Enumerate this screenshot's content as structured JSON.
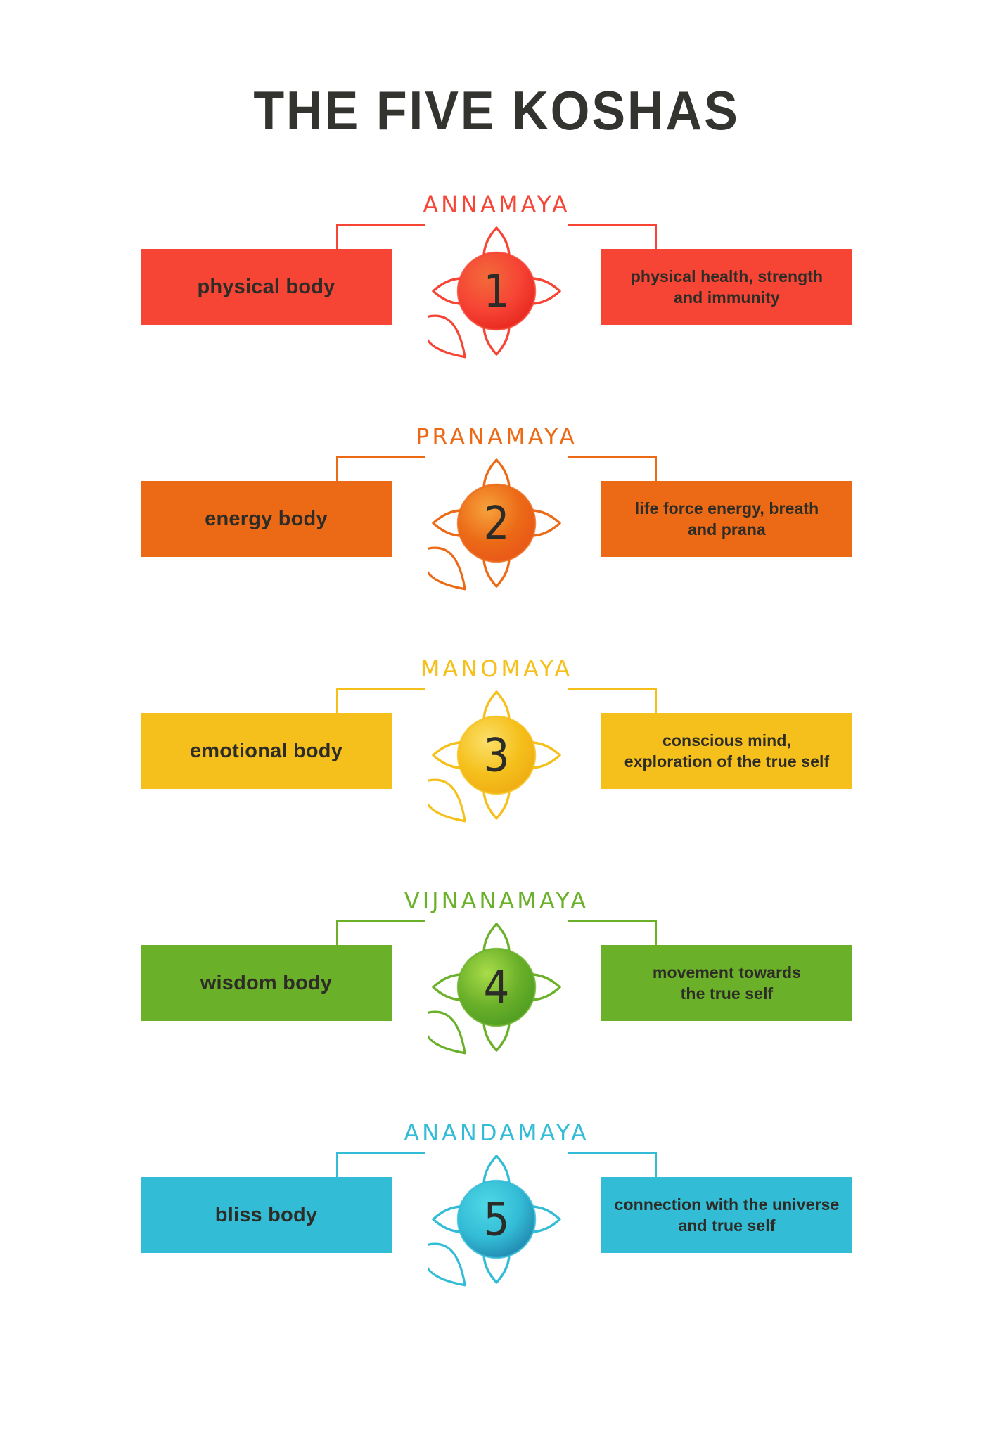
{
  "page": {
    "title": "THE FIVE KOSHAS",
    "background_color": "#FFFFFF",
    "text_color": "#333330"
  },
  "koshas": [
    {
      "number": "1",
      "sanskrit": "ANNAMAYA",
      "body_label": "physical body",
      "description": "physical health, strength and immunity",
      "description_line1": "physical health, strength",
      "description_line2": "and immunity",
      "color": "#F64435",
      "gradient_from": "#F26B3A",
      "gradient_to": "#E5231C"
    },
    {
      "number": "2",
      "sanskrit": "PRANAMAYA",
      "body_label": "energy body",
      "description": "life force energy, breath and prana",
      "description_line1": "life force energy, breath",
      "description_line2": "and prana",
      "color": "#EC6A16",
      "gradient_from": "#F6A23C",
      "gradient_to": "#E8531A"
    },
    {
      "number": "3",
      "sanskrit": "MANOMAYA",
      "body_label": "emotional body",
      "description": "conscious mind, exploration of the true self",
      "description_line1": "conscious mind,",
      "description_line2": "exploration of the true self",
      "color": "#F5C01C",
      "gradient_from": "#FBE06A",
      "gradient_to": "#EDA911"
    },
    {
      "number": "4",
      "sanskrit": "VIJNANAMAYA",
      "body_label": "wisdom body",
      "description": "movement towards the true self",
      "description_line1": "movement towards",
      "description_line2": "the true self",
      "color": "#6AB029",
      "gradient_from": "#A9DC4A",
      "gradient_to": "#4A9A22"
    },
    {
      "number": "5",
      "sanskrit": "ANANDAMAYA",
      "body_label": "bliss body",
      "description": "connection with the universe and true self",
      "description_line1": "connection with the universe",
      "description_line2": "and true self",
      "color": "#33BCD6",
      "gradient_from": "#4FD8E6",
      "gradient_to": "#1E7FA8"
    }
  ]
}
